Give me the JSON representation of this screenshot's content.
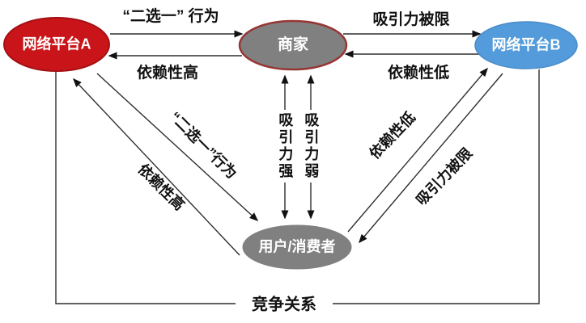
{
  "diagram": {
    "nodes": {
      "platform_a": {
        "label": "网络平台A"
      },
      "merchant": {
        "label": "商家"
      },
      "platform_b": {
        "label": "网络平台B"
      },
      "user": {
        "label": "用户/消费者"
      }
    },
    "labels": {
      "choose_one_top": "“二选一” 行为",
      "dependency_high_top": "依赖性高",
      "attraction_limited_top": "吸引力被限",
      "dependency_low_top": "依赖性低",
      "choose_one_diagonal": "“二选一”行为",
      "dependency_high_diagonal": "依赖性高",
      "dependency_low_diagonal": "依赖性低",
      "attraction_limited_diagonal": "吸引力被限",
      "attraction_strong": "吸引力强",
      "attraction_weak": "吸引力弱",
      "competition": "竞争关系"
    },
    "colors": {
      "platform_a_fill": "#C9151A",
      "platform_a_stroke": "#A31013",
      "merchant_fill": "#808080",
      "merchant_stroke": "#963634",
      "platform_b_fill": "#539BDA",
      "platform_b_stroke": "#4A8BC9",
      "user_fill": "#808080",
      "user_stroke": "#7F7F7F"
    }
  }
}
